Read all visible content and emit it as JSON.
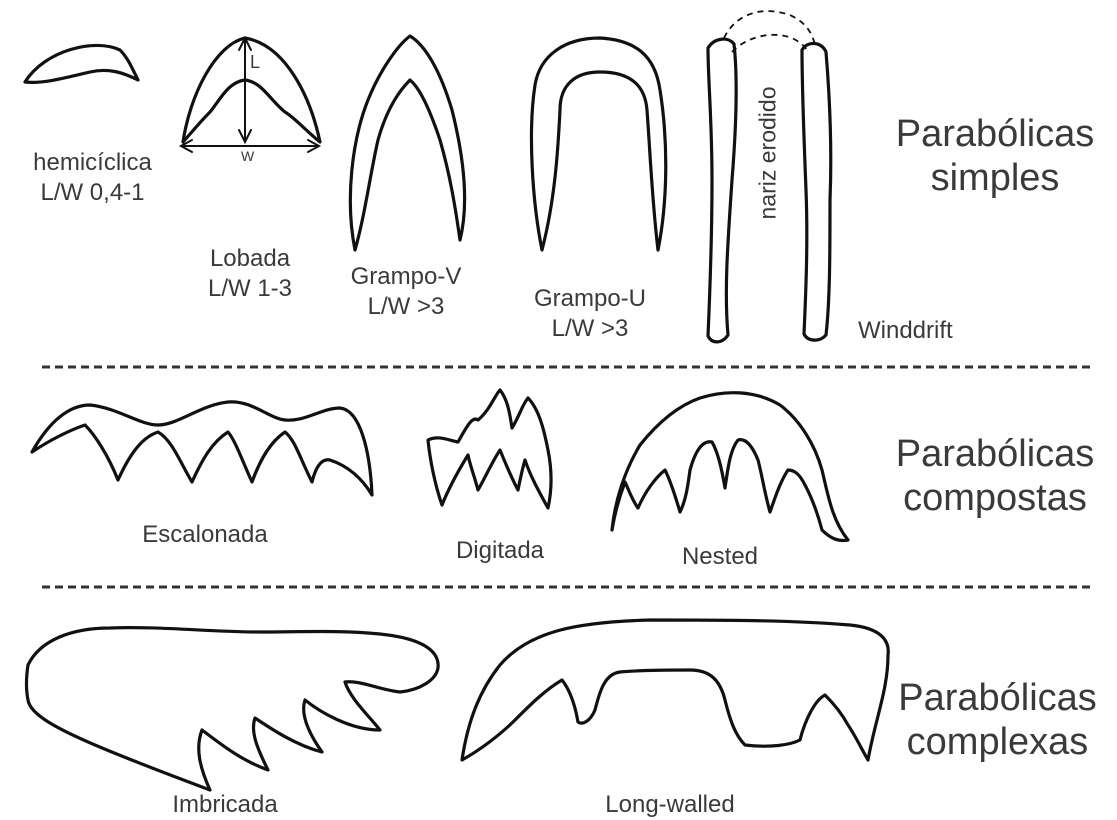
{
  "sections": {
    "simples": {
      "title_line1": "Parabólicas",
      "title_line2": "simples",
      "types": {
        "hemiciclica": {
          "name": "hemicíclica",
          "ratio": "L/W 0,4-1"
        },
        "lobada": {
          "name": "Lobada",
          "ratio": "L/W 1-3"
        },
        "grampo_v": {
          "name": "Grampo-V",
          "ratio": "L/W >3"
        },
        "grampo_u": {
          "name": "Grampo-U",
          "ratio": "L/W >3"
        },
        "winddrift": {
          "name": "Winddrift",
          "annotation": "nariz erodido"
        }
      },
      "dimension_labels": {
        "length": "L",
        "width": "W"
      }
    },
    "compostas": {
      "title_line1": "Parabólicas",
      "title_line2": "compostas",
      "types": {
        "escalonada": {
          "name": "Escalonada"
        },
        "digitada": {
          "name": "Digitada"
        },
        "nested": {
          "name": "Nested"
        }
      }
    },
    "complexas": {
      "title_line1": "Parabólicas",
      "title_line2": "complexas",
      "types": {
        "imbricada": {
          "name": "Imbricada"
        },
        "long_walled": {
          "name": "Long-walled"
        }
      }
    }
  },
  "colors": {
    "outline": "#111111",
    "text": "#3a3a3a",
    "background": "#ffffff"
  }
}
